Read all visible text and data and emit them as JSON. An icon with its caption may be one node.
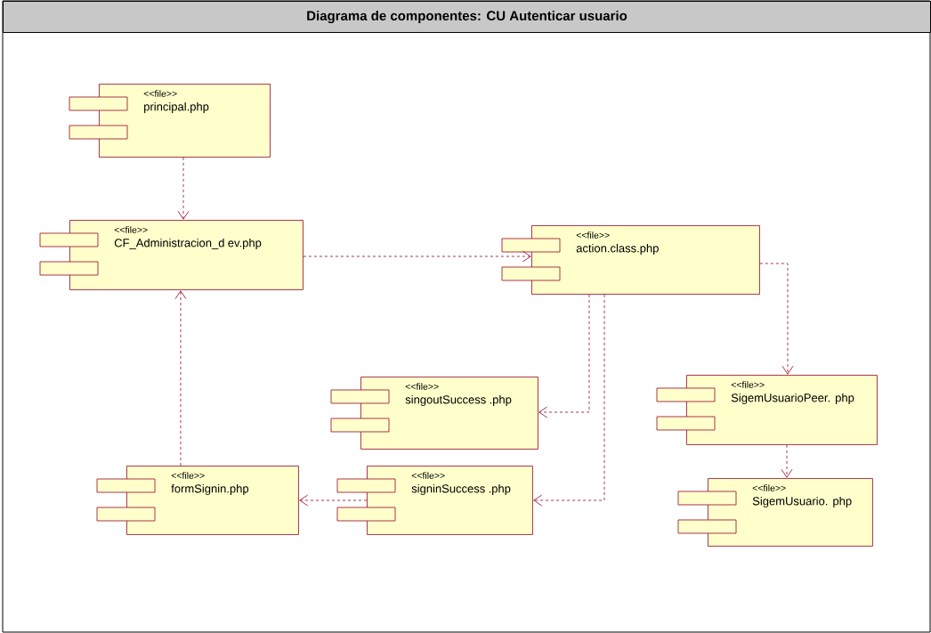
{
  "diagram": {
    "title": "Diagrama de componentes: CU Autenticar usuario",
    "nodes": [
      {
        "text": [
          "<<file>>",
          "principal.php"
        ]
      },
      {
        "text": [
          "<<file>>",
          "CF_Administracion_d ev.php"
        ]
      },
      {
        "text": [
          "<<file>>",
          "action.class.php"
        ]
      },
      {
        "text": [
          "<<file>>",
          "singoutSuccess .php"
        ]
      },
      {
        "text": [
          "<<file>>",
          "SigemUsuarioPeer. php"
        ]
      },
      {
        "text": [
          "<<file>>",
          "formSignin.php"
        ]
      },
      {
        "text": [
          "<<file>>",
          "signinSuccess .php"
        ]
      },
      {
        "text": [
          "<<file>>",
          "SigemUsuario. php"
        ]
      }
    ],
    "edges": [
      {
        "from": 0,
        "to": 1,
        "arrow": "to",
        "style": "dashed"
      },
      {
        "from": 1,
        "to": 2,
        "arrow": "to",
        "style": "dashed"
      },
      {
        "from": 2,
        "to": 4,
        "arrow": "to",
        "style": "dashed"
      },
      {
        "from": 2,
        "to": 3,
        "arrow": "to",
        "style": "dashed"
      },
      {
        "from": 2,
        "to": 6,
        "arrow": "to",
        "style": "dashed"
      },
      {
        "from": 6,
        "to": 5,
        "arrow": "to",
        "style": "dashed"
      },
      {
        "from": 5,
        "to": 1,
        "arrow": "to",
        "style": "dashed"
      },
      {
        "from": 4,
        "to": 7,
        "arrow": "to",
        "style": "dashed"
      }
    ]
  }
}
